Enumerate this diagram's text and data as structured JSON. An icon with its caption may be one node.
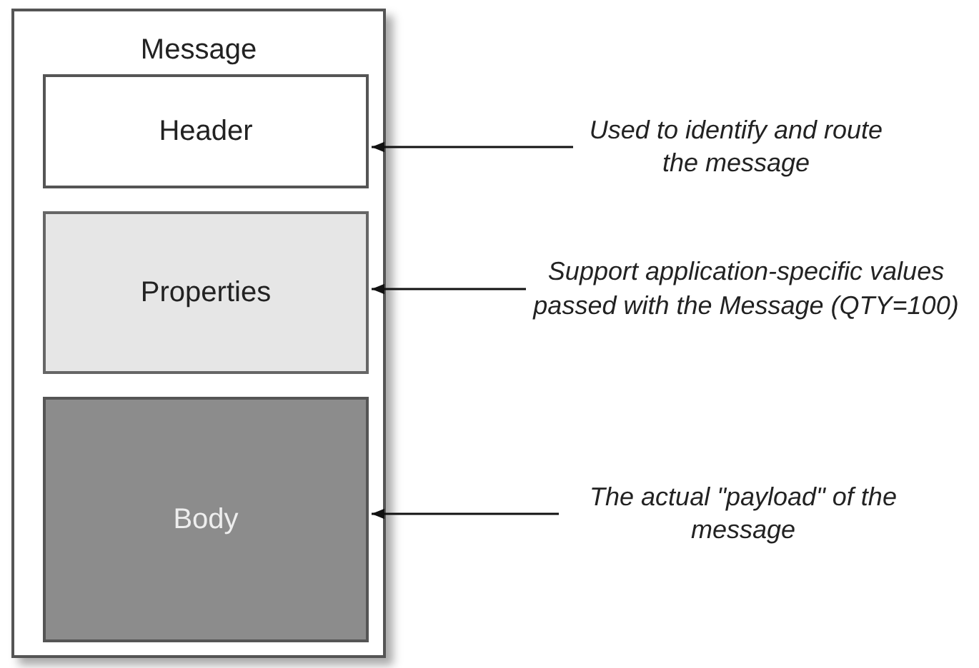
{
  "diagram": {
    "nodes": [
      {
        "text": [
          "Message"
        ]
      },
      {
        "text": [
          "Header"
        ],
        "in": 0
      },
      {
        "text": [
          "Properties"
        ],
        "in": 0
      },
      {
        "text": [
          "Body"
        ],
        "in": 0
      },
      {
        "text": [
          "Used to identify and route the message"
        ]
      },
      {
        "text": [
          "Support application-specific values passed with the Message (QTY=100)"
        ]
      },
      {
        "text": [
          "The actual \"payload\" of the message"
        ]
      }
    ],
    "edges": [
      {
        "from": 4,
        "to": 1,
        "arrow": "to"
      },
      {
        "from": 5,
        "to": 2,
        "arrow": "to"
      },
      {
        "from": 6,
        "to": 3,
        "arrow": "to"
      }
    ]
  }
}
